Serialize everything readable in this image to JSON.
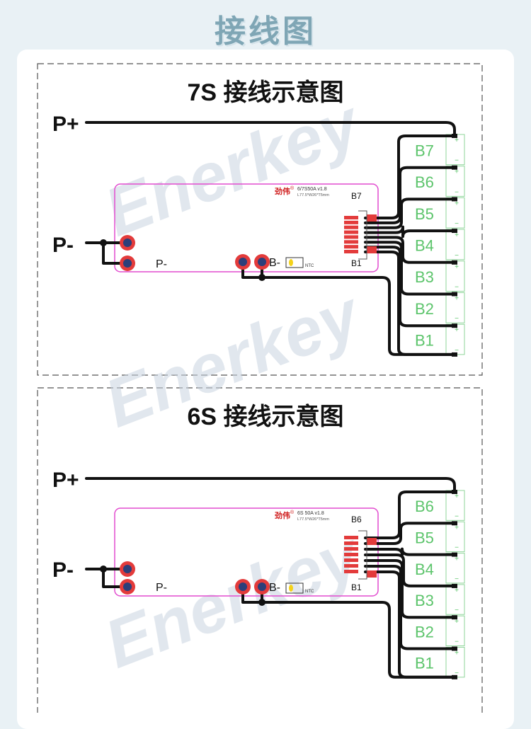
{
  "header": {
    "title": "接线图"
  },
  "watermark": "Enerkey",
  "colors": {
    "board": "#e24ccf",
    "pad": "#e33b3b",
    "pad_core": "#2c3f7a",
    "wire": "#111111",
    "cell_text": "#5cc46b",
    "cell_border": "#8fd69a"
  },
  "diagrams": [
    {
      "title": "7S 接线示意图",
      "p_plus": "P+",
      "p_minus": "P-",
      "board": {
        "brand": "劲伟",
        "reg": "®",
        "model": "6/7S50A v1.8",
        "dims": "L77.5*W26*T5mm",
        "p_minus_label": "P-",
        "b_minus_label": "B-",
        "ntc_label": "NTC",
        "top_label": "B7",
        "bottom_label": "B1"
      },
      "cells": [
        "B7",
        "B6",
        "B5",
        "B4",
        "B3",
        "B2",
        "B1"
      ],
      "plus_sign": "+",
      "minus_sign": "−"
    },
    {
      "title": "6S 接线示意图",
      "p_plus": "P+",
      "p_minus": "P-",
      "board": {
        "brand": "劲伟",
        "reg": "®",
        "model": "6S 50A v1.8",
        "dims": "L77.5*W26*T5mm",
        "p_minus_label": "P-",
        "b_minus_label": "B-",
        "ntc_label": "NTC",
        "top_label": "B6",
        "bottom_label": "B1"
      },
      "cells": [
        "B6",
        "B5",
        "B4",
        "B3",
        "B2",
        "B1"
      ],
      "plus_sign": "+",
      "minus_sign": "−"
    }
  ]
}
